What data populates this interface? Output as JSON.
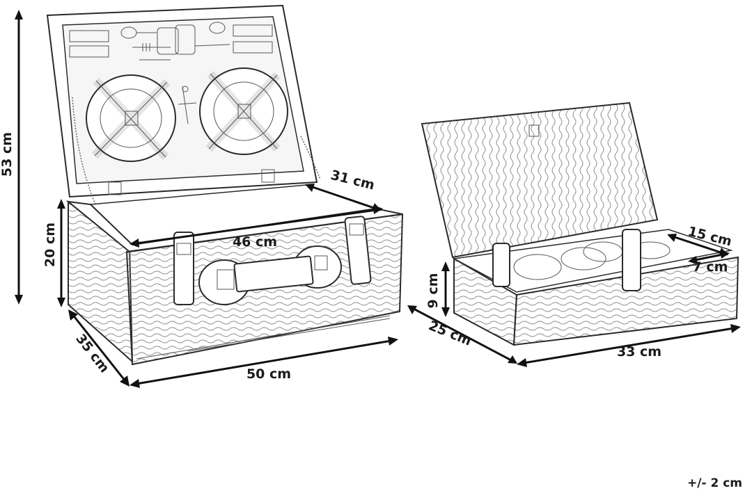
{
  "labels": {
    "large_height": "53 cm",
    "large_body_height": "20 cm",
    "large_depth": "35 cm",
    "large_width": "50 cm",
    "large_inner_width": "46 cm",
    "large_inner_depth": "31 cm",
    "small_height": "9 cm",
    "small_depth": "25 cm",
    "small_width": "33 cm",
    "small_inner_depth": "15 cm",
    "small_inner_width": "7 cm",
    "tolerance": "+/- 2 cm"
  }
}
